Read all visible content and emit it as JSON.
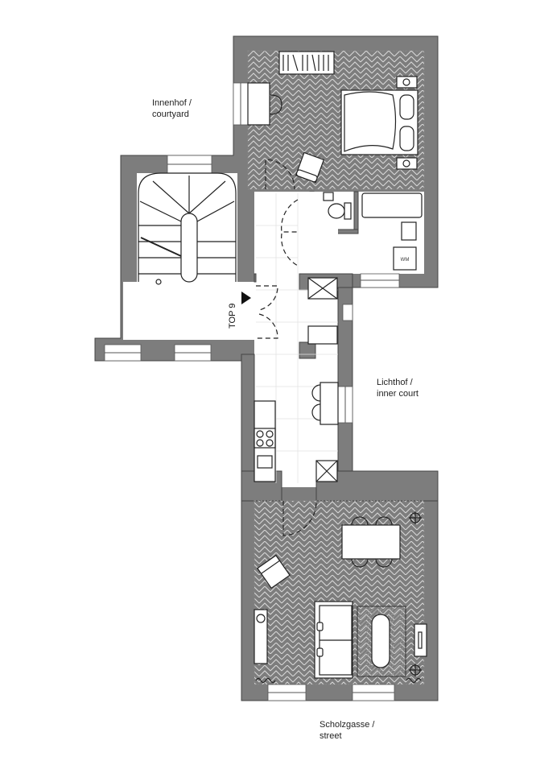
{
  "title": "Floor plan TOP 9",
  "labels": {
    "courtyard_de": "Innenhof /",
    "courtyard_en": "courtyard",
    "unit": "TOP 9",
    "washing_machine": "WM",
    "inner_court_de": "Lichthof /",
    "inner_court_en": "inner court",
    "street_de": "Scholzgasse /",
    "street_en": "street"
  },
  "colors": {
    "wall": "#7d7d7d",
    "line": "#222222",
    "floor_pattern": "#dcdcdc"
  }
}
